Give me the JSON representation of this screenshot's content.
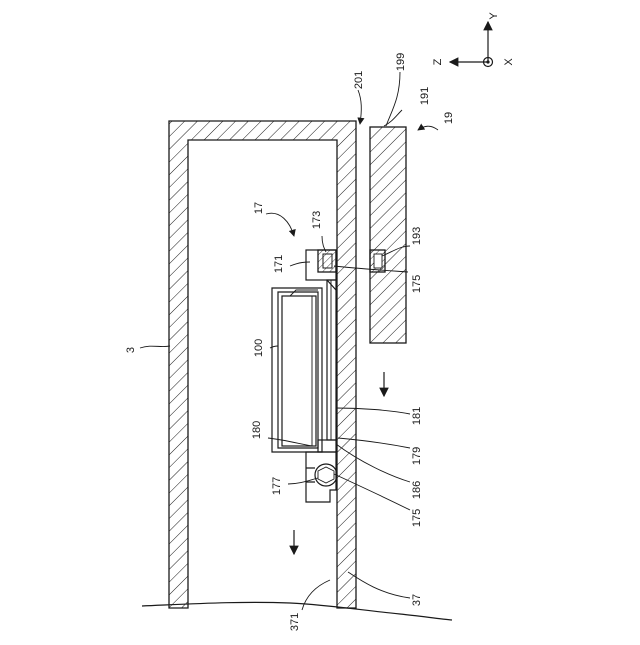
{
  "labels": {
    "l3": "3",
    "l17": "17",
    "l19": "19",
    "l37": "37",
    "l100": "100",
    "l171": "171",
    "l173": "173",
    "l175a": "175",
    "l175b": "175",
    "l177": "177",
    "l179": "179",
    "l180": "180",
    "l181": "181",
    "l186": "186",
    "l191": "191",
    "l193": "193",
    "l199": "199",
    "l201": "201",
    "l371": "371"
  },
  "axes": {
    "y": "Y",
    "z": "Z",
    "x": "X"
  }
}
